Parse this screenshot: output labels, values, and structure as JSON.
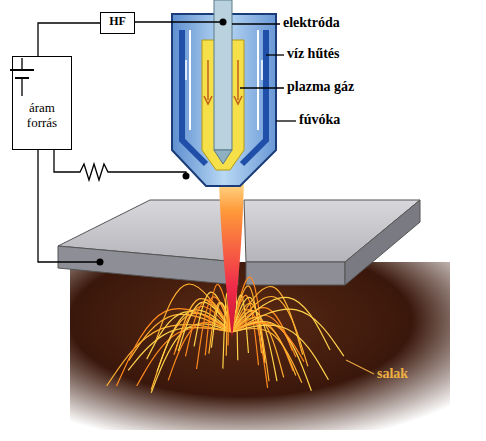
{
  "diagram": {
    "nodes": [
      {
        "text": [
          "HF"
        ]
      },
      {
        "text": [
          "áram forrás"
        ]
      }
    ],
    "edges": [
      {
        "from": 0,
        "to": 1,
        "arrow": "none"
      }
    ],
    "labels": [
      "elektróda",
      "víz hűtés",
      "plazma gáz",
      "fúvóka",
      "salak"
    ]
  }
}
